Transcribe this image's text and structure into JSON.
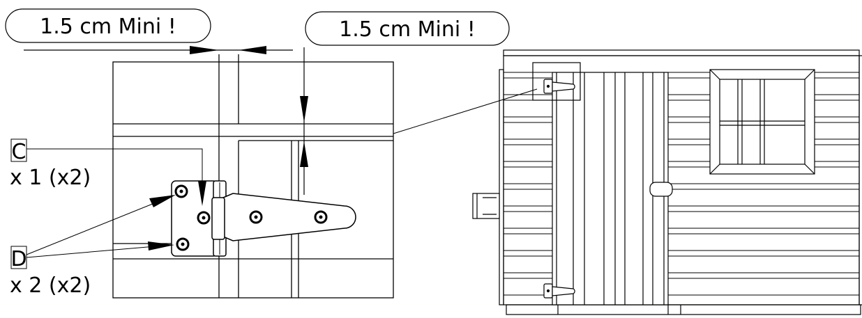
{
  "callouts": {
    "horizontal_spacing": "1.5 cm Mini !",
    "vertical_spacing": "1.5 cm Mini !"
  },
  "parts": [
    {
      "letter": "C",
      "quantity": "x 1 (x2)"
    },
    {
      "letter": "D",
      "quantity": "x 2 (x2)"
    }
  ],
  "colors": {
    "line": "#000000",
    "background": "#ffffff"
  }
}
